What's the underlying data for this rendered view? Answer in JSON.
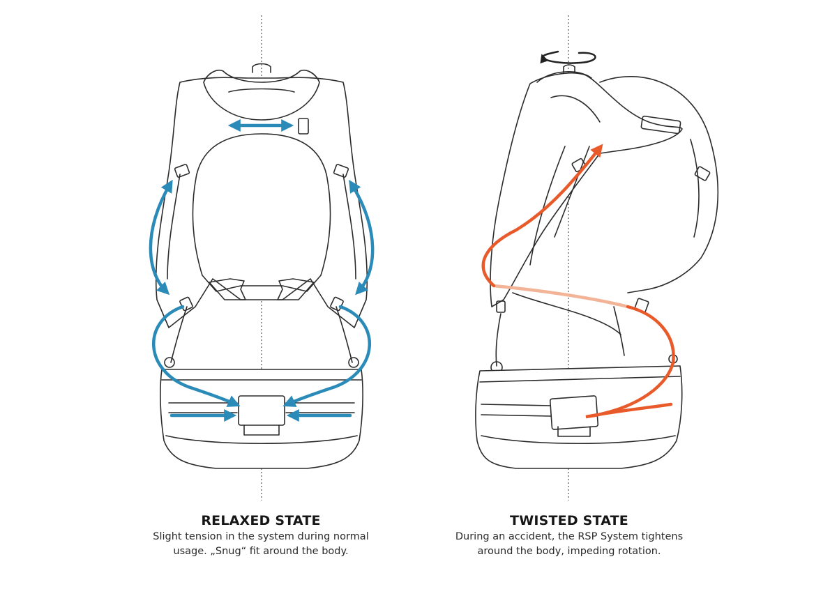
{
  "relaxed": {
    "title": "RELAXED STATE",
    "description": "Slight tension in the system during normal usage. „Snug“ fit around the body."
  },
  "twisted": {
    "title": "TWISTED STATE",
    "description": "During an accident, the RSP System tightens around the body, impeding rotation."
  },
  "colors": {
    "outline": "#2b2b2b",
    "relaxed_arrows": "#2a8ab8",
    "twisted_arrows": "#e85a2a",
    "twisted_arrows_faded": "#f2b396"
  },
  "icons": [
    "rotation-arrow-icon"
  ]
}
